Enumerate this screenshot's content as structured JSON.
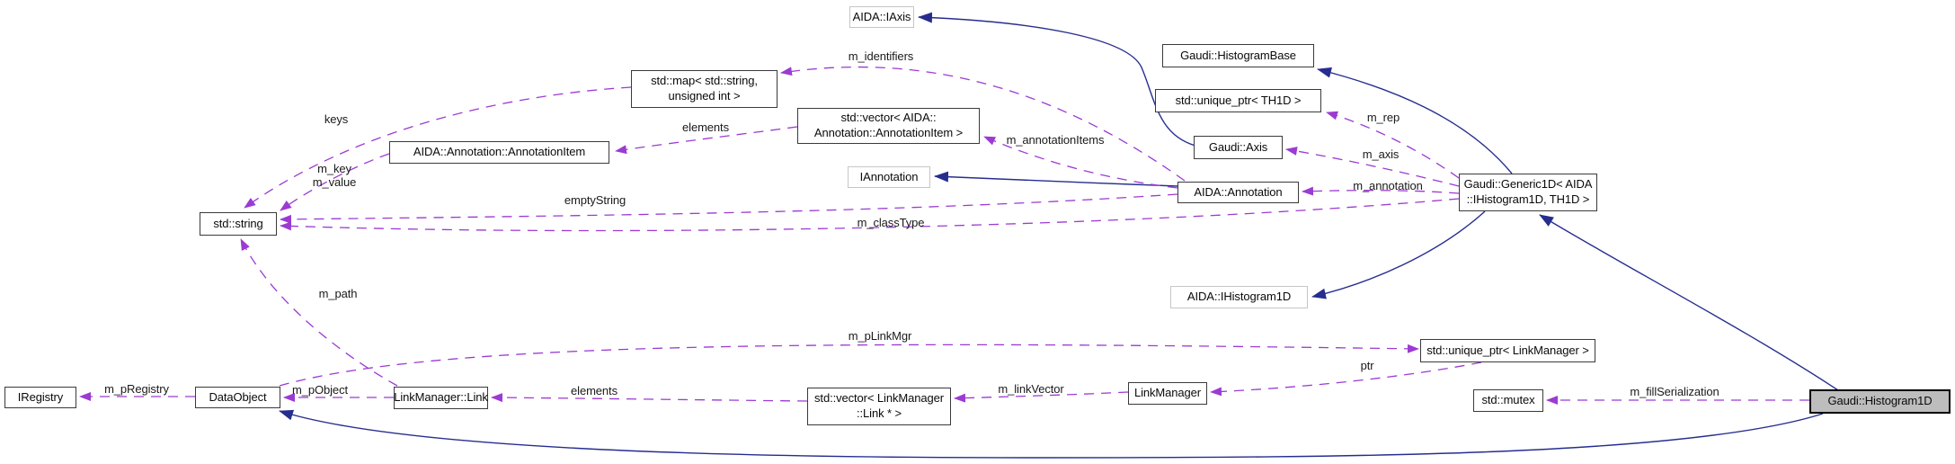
{
  "diagram": {
    "colors": {
      "usage_edge": "#9b3bd2",
      "inheritance_edge": "#262d8f",
      "highlight_fill": "#bdbdbd"
    },
    "nodes": {
      "aida_iaxis": {
        "label": "AIDA::IAxis"
      },
      "gaudi_histogrambase": {
        "label": "Gaudi::HistogramBase"
      },
      "std_unique_ptr_th1d": {
        "label": "std::unique_ptr< TH1D >"
      },
      "gaudi_axis": {
        "label": "Gaudi::Axis"
      },
      "std_map": {
        "label": "std::map< std::string,\nunsigned int >"
      },
      "annotation_item": {
        "label": "AIDA::Annotation::AnnotationItem"
      },
      "std_vector_annotation": {
        "label": "std::vector< AIDA::\nAnnotation::AnnotationItem >"
      },
      "iannotation": {
        "label": "IAnnotation"
      },
      "aida_annotation": {
        "label": "AIDA::Annotation"
      },
      "gaudi_generic1d": {
        "label": "Gaudi::Generic1D< AIDA\n::IHistogram1D, TH1D >"
      },
      "std_string": {
        "label": "std::string"
      },
      "aida_ihistogram1d": {
        "label": "AIDA::IHistogram1D"
      },
      "iregistry": {
        "label": "IRegistry"
      },
      "dataobject": {
        "label": "DataObject"
      },
      "linkmanager_link": {
        "label": "LinkManager::Link"
      },
      "std_vector_link": {
        "label": "std::vector< LinkManager\n::Link * >"
      },
      "linkmanager": {
        "label": "LinkManager"
      },
      "std_unique_ptr_lm": {
        "label": "std::unique_ptr< LinkManager >"
      },
      "std_mutex": {
        "label": "std::mutex"
      },
      "gaudi_histogram1d": {
        "label": "Gaudi::Histogram1D"
      }
    },
    "edge_labels": {
      "m_identifiers": "m_identifiers",
      "keys": "keys",
      "elements_top": "elements",
      "m_key_value": "m_key\nm_value",
      "m_annotationItems": "m_annotationItems",
      "emptyString": "emptyString",
      "m_classType": "m_classType",
      "m_rep": "m_rep",
      "m_axis": "m_axis",
      "m_annotation": "m_annotation",
      "m_path": "m_path",
      "m_pLinkMgr": "m_pLinkMgr",
      "m_pRegistry": "m_pRegistry",
      "m_pObject": "m_pObject",
      "elements_bottom": "elements",
      "m_linkVector": "m_linkVector",
      "ptr": "ptr",
      "m_fillSerialization": "m_fillSerialization"
    }
  }
}
